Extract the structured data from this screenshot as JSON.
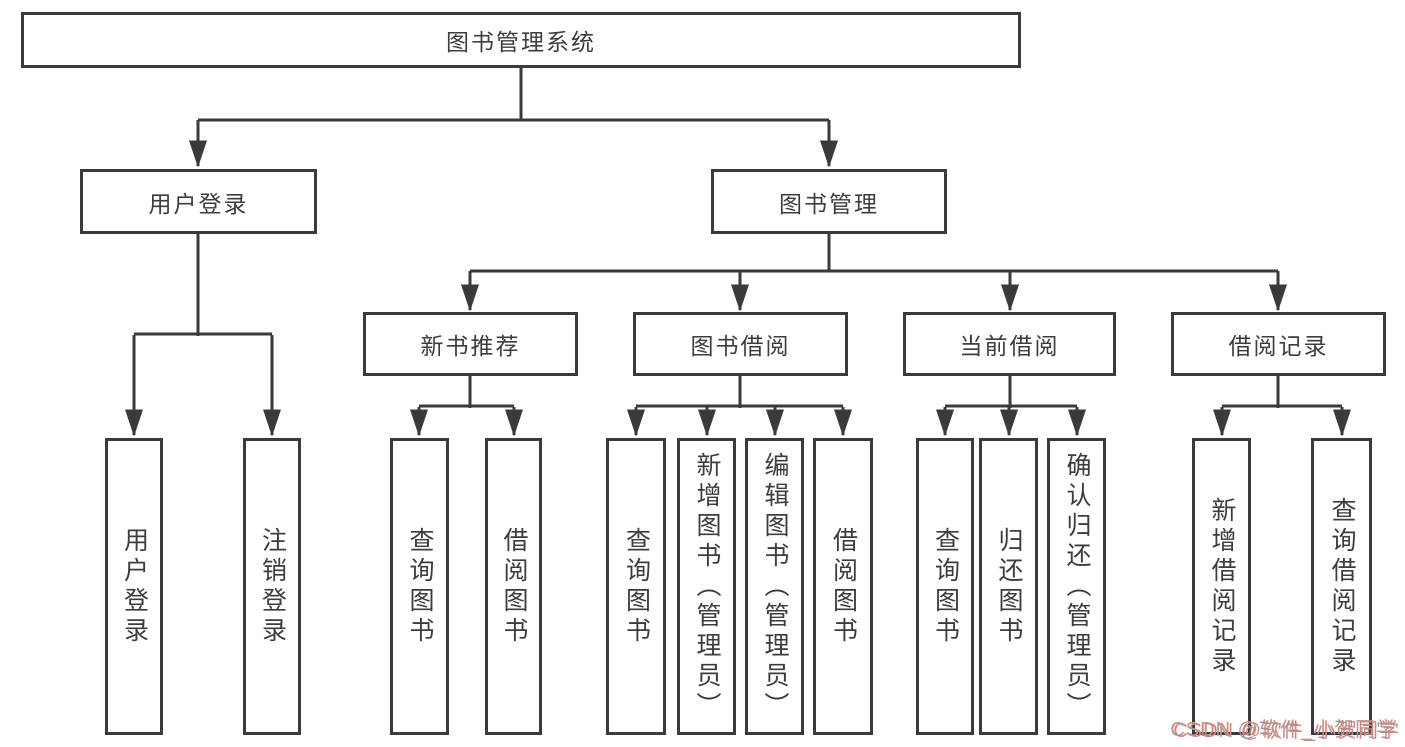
{
  "tree": {
    "root": {
      "label": "图书管理系统"
    },
    "user_login": {
      "label": "用户登录",
      "leaves": [
        {
          "label": "用户登录"
        },
        {
          "label": "注销登录"
        }
      ]
    },
    "book_mgmt": {
      "label": "图书管理",
      "groups": [
        {
          "label": "新书推荐",
          "leaves": [
            {
              "label": "查询图书"
            },
            {
              "label": "借阅图书"
            }
          ]
        },
        {
          "label": "图书借阅",
          "leaves": [
            {
              "label": "查询图书"
            },
            {
              "label": "新增图书（管理员）"
            },
            {
              "label": "编辑图书（管理员）"
            },
            {
              "label": "借阅图书"
            }
          ]
        },
        {
          "label": "当前借阅",
          "leaves": [
            {
              "label": "查询图书"
            },
            {
              "label": "归还图书"
            },
            {
              "label": "确认归还（管理员）"
            }
          ]
        },
        {
          "label": "借阅记录",
          "leaves": [
            {
              "label": "新增借阅记录"
            },
            {
              "label": "查询借阅记录"
            }
          ]
        }
      ]
    }
  },
  "watermark": {
    "text": "CSDN @软件_小贺同学"
  },
  "colors": {
    "line": "#3a3a3a",
    "text": "#3d3d3d",
    "background": "#ffffff",
    "watermark_gray": "#9d9d9d",
    "watermark_red": "#f8776b"
  }
}
